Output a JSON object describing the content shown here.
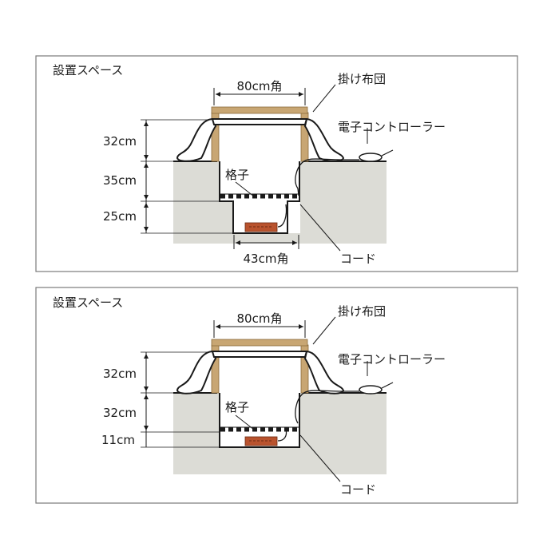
{
  "colors": {
    "frame": "#7a7a7a",
    "ground": "#dcdcd6",
    "wood": "#c8a673",
    "futon_fill": "#ffffff",
    "heater": "#b9532e",
    "ink": "#1a1a1a"
  },
  "panels": [
    {
      "title": "設置スペース",
      "labels": {
        "futon": "掛け布団",
        "controller": "電子コントローラー",
        "grid": "格子",
        "cord": "コード",
        "top_width": "80cm角",
        "bottom_width": "43cm角"
      },
      "dims": [
        "32cm",
        "35cm",
        "25cm"
      ]
    },
    {
      "title": "設置スペース",
      "labels": {
        "futon": "掛け布団",
        "controller": "電子コントローラー",
        "grid": "格子",
        "cord": "コード",
        "top_width": "80cm角",
        "bottom_width": ""
      },
      "dims": [
        "32cm",
        "32cm",
        "11cm"
      ]
    }
  ]
}
